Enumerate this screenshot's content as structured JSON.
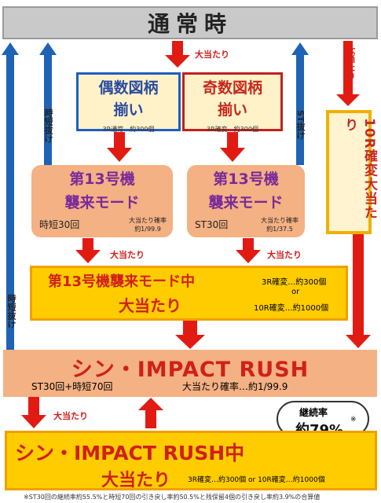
{
  "header": {
    "title": "通常時"
  },
  "labels": {
    "big_win": "大当たり",
    "jitan_nuke": "時短抜け",
    "st_nuke": "ST抜け"
  },
  "tiles": {
    "even": {
      "title_line1": "偶数図柄",
      "title_line2": "揃い",
      "note": "3R通常…約300個"
    },
    "odd": {
      "title_line1": "奇数図柄",
      "title_line2": "揃い",
      "note": "3R確変…約300個"
    }
  },
  "modes": {
    "left": {
      "title_line1": "第13号機",
      "title_line2": "襲来モード",
      "spins": "時短30回",
      "prob_line1": "大当たり確率",
      "prob_line2": "約1/99.9"
    },
    "right": {
      "title_line1": "第13号機",
      "title_line2": "襲来モード",
      "spins": "ST30回",
      "prob_line1": "大当たり確率",
      "prob_line2": "約1/37.5"
    }
  },
  "ten_r": {
    "text": "10R確変大当たり"
  },
  "mode_win": {
    "title_line1": "第13号機襲来モード中",
    "title_line2": "大当たり",
    "result_line1": "3R確変…約300個",
    "result_or": "or",
    "result_line2": "10R確変…約1000個"
  },
  "rush": {
    "title": "シン・IMPACT RUSH",
    "spins": "ST30回+時短70回",
    "probability": "大当たり確率…約1/99.9"
  },
  "continuation": {
    "label": "継続率",
    "value": "約79%",
    "mark": "※"
  },
  "rush_win": {
    "title_line1": "シン・IMPACT RUSH中",
    "title_line2": "大当たり",
    "result": "3R確変…約300個 or 10R確変…約1000個"
  },
  "footnote": "※ST30回の継続率約55.5%と時短70回の引き戻し率約50.5%と残保留4個の引き戻し率約3.9%の合算値",
  "colors": {
    "red_arrow": "#e21b12",
    "blue_arrow": "#1f63b4",
    "orange_box": "#f4b183",
    "yellow_box": "#ffcc00"
  }
}
